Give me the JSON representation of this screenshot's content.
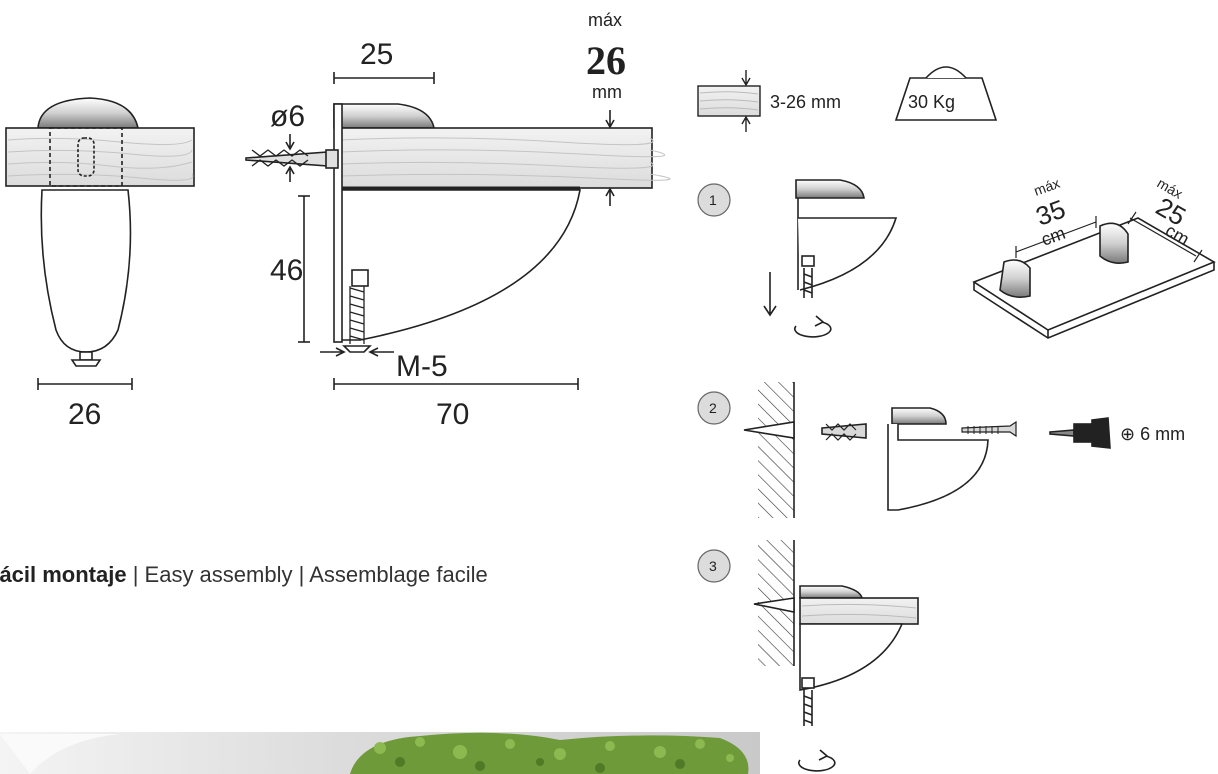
{
  "front_view": {
    "width_label": "26"
  },
  "side_view": {
    "top_width_label": "25",
    "max_label_top": "máx",
    "max_label_value": "26",
    "max_label_unit": "mm",
    "dowel_label": "ø6",
    "height_label": "46",
    "screw_label": "M-5",
    "total_width_label": "70"
  },
  "specs": {
    "thickness_label": "3-26 mm",
    "weight_label": "30 Kg"
  },
  "steps": [
    {
      "number": "1"
    },
    {
      "number": "2",
      "drill_label": "⊕ 6 mm"
    },
    {
      "number": "3"
    }
  ],
  "spacing": {
    "max_length_top": "máx",
    "max_length_value": "35",
    "max_length_unit": "cm",
    "max_depth_top": "máx",
    "max_depth_value": "25",
    "max_depth_unit": "cm"
  },
  "tagline": {
    "bold": "Fácil montaje",
    "rest": " | Easy assembly | Assemblage facile"
  },
  "colors": {
    "wood": "#e6e6e6",
    "line": "#222222",
    "photo_green": "#6e9a3a"
  }
}
